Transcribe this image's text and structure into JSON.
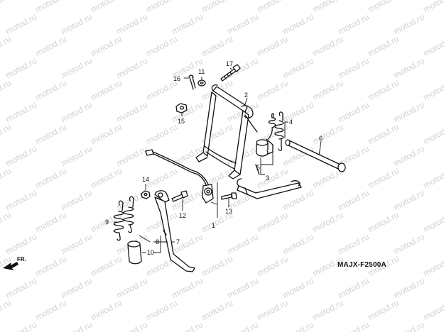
{
  "watermark": "motod.ru",
  "diagram_code": "MAJX-F2500A",
  "direction_label": "FR.",
  "callouts": [
    "1",
    "2",
    "3",
    "4",
    "5",
    "6",
    "7",
    "8",
    "9",
    "10",
    "11",
    "12",
    "13",
    "14",
    "15",
    "16",
    "17"
  ]
}
